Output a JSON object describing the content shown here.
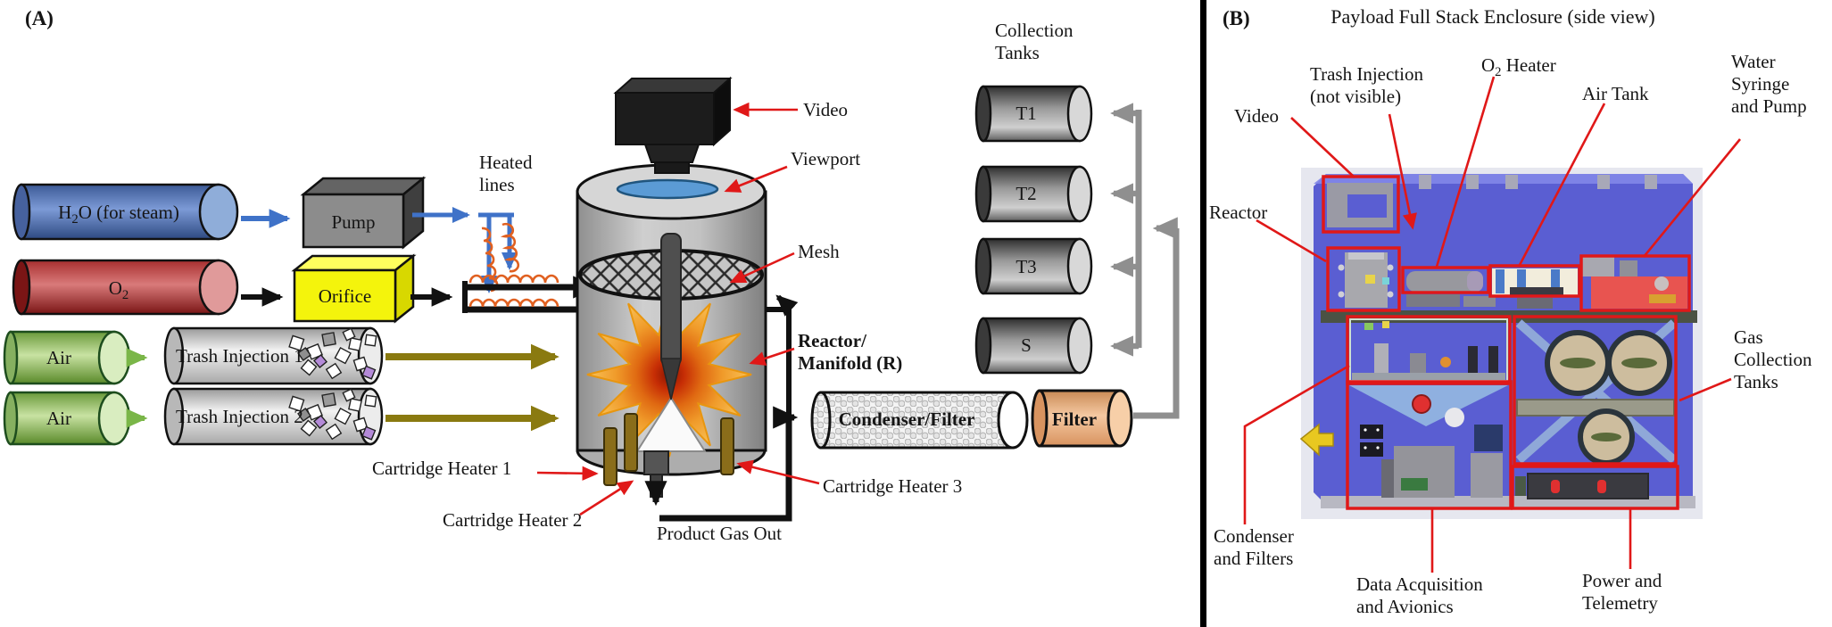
{
  "figure": {
    "panel_a": {
      "tag": "(A)",
      "h2o": {
        "base": "H",
        "sub": "2",
        "rest": "O (for steam)"
      },
      "o2": {
        "base": "O",
        "sub": "2",
        "rest": ""
      },
      "pump": "Pump",
      "orifice": "Orifice",
      "heated_lines": {
        "line1": "Heated",
        "line2": "lines"
      },
      "air_1": "Air",
      "air_2": "Air",
      "trash_injection_1": "Trash Injection 1",
      "trash_injection_2": "Trash Injection 2",
      "video": "Video",
      "viewport": "Viewport",
      "mesh": "Mesh",
      "reactor_manifold": {
        "line1": "Reactor/",
        "line2": "Manifold (R)"
      },
      "cartridge_heater_1": "Cartridge Heater 1",
      "cartridge_heater_2": "Cartridge Heater 2",
      "cartridge_heater_3": "Cartridge Heater 3",
      "product_gas_out": "Product Gas Out",
      "condenser_filter": "Condenser/Filter",
      "filter": "Filter",
      "collection_tanks": {
        "line1": "Collection",
        "line2": "Tanks"
      },
      "tanks": [
        {
          "label": "T1"
        },
        {
          "label": "T2"
        },
        {
          "label": "T3"
        },
        {
          "label": "S"
        }
      ]
    },
    "panel_b": {
      "tag": "(B)",
      "title": "Payload Full Stack Enclosure (side view)",
      "video": "Video",
      "trash_injection": {
        "line1": "Trash Injection",
        "line2": "(not visible)"
      },
      "o2_heater": {
        "base": "O",
        "sub": "2",
        "rest": " Heater"
      },
      "air_tank": "Air Tank",
      "water_syringe": {
        "line1": "Water",
        "line2": "Syringe",
        "line3": "and Pump"
      },
      "reactor": "Reactor",
      "gas_collection": {
        "line1": "Gas",
        "line2": "Collection",
        "line3": "Tanks"
      },
      "condenser_filters": {
        "line1": "Condenser",
        "line2": "and Filters"
      },
      "data_acquisition": {
        "line1": "Data Acquisition",
        "line2": "and Avionics"
      },
      "power_telemetry": {
        "line1": "Power and",
        "line2": "Telemetry"
      }
    },
    "colors": {
      "annotation_red": "#e01818",
      "water_blue": "#7c9ad6",
      "oxygen_red": "#d06060",
      "air_green": "#b5d98e",
      "orifice_yellow": "#f4f40c",
      "filter_orange": "#f0b184",
      "enclosure_blue": "#5a5ed2",
      "pipe_gray": "#8f8f8f",
      "trash_line_olive": "#8a7a10",
      "heater_coil_orange": "#e06020"
    }
  }
}
